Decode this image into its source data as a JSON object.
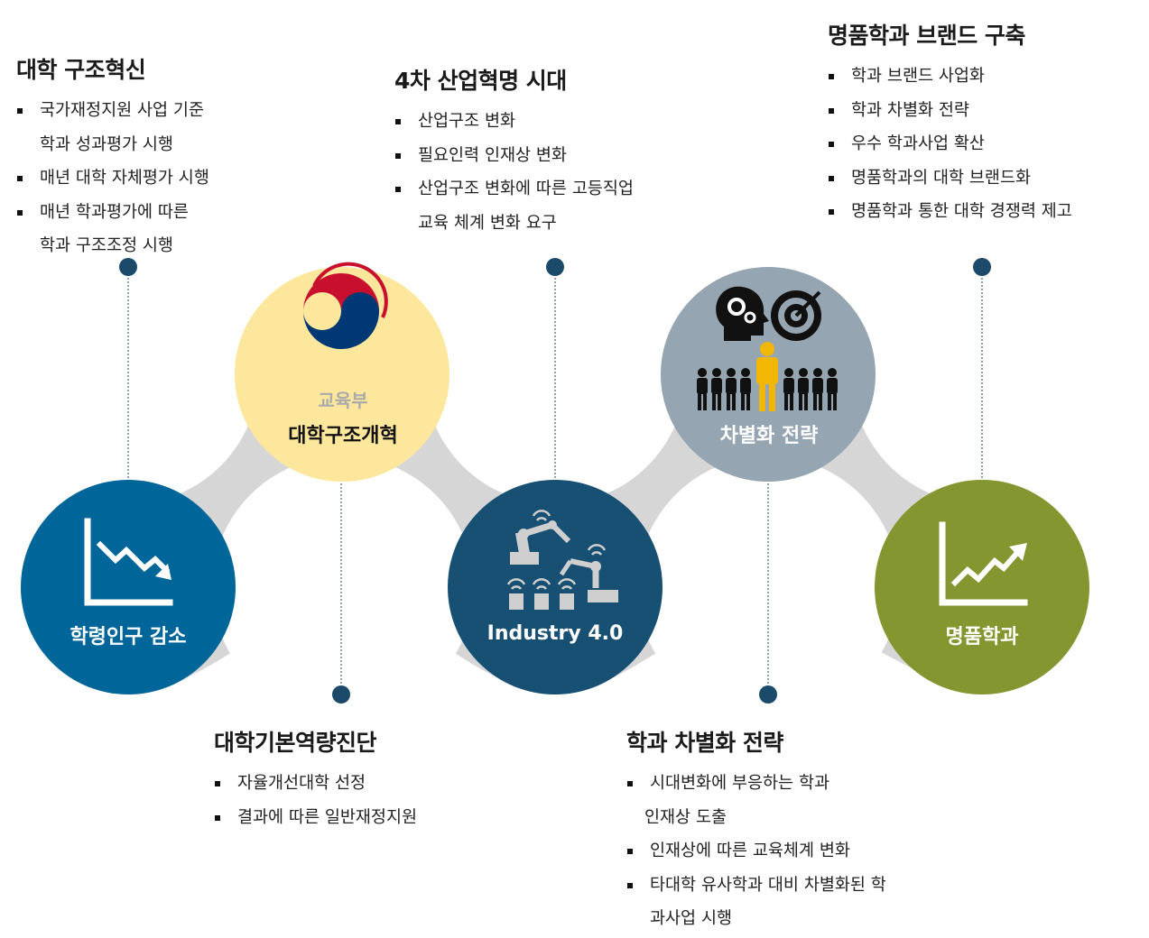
{
  "nodes": [
    {
      "id": "decline",
      "label": "학령인구 감소",
      "color": "#006699",
      "icon": "down-trend-chart-icon"
    },
    {
      "id": "moe",
      "label_small": "교육부",
      "label": "대학구조개혁",
      "color": "#fde79c",
      "icon": "government-taeguk-emblem"
    },
    {
      "id": "industry",
      "label": "Industry 4.0",
      "color": "#175073",
      "icon": "robot-arm-icon"
    },
    {
      "id": "strategy",
      "label": "차별화 전략",
      "color": "#95a5b1",
      "icon": "target-team-icon"
    },
    {
      "id": "prestige",
      "label": "명품학과",
      "color": "#84962f",
      "icon": "up-trend-chart-icon"
    }
  ],
  "blocks": {
    "univ_reform": {
      "title": "대학 구조혁신",
      "items": [
        {
          "text": "국가재정지원 사업 기준"
        },
        {
          "text": "학과 성과평가 시행",
          "cont": true
        },
        {
          "text": "매년 대학 자체평가 시행"
        },
        {
          "text": "매년 학과평가에 따른"
        },
        {
          "text": "학과 구조조정 시행",
          "cont": true
        }
      ]
    },
    "fourth_industry": {
      "title": "4차 산업혁명 시대",
      "items": [
        {
          "text": "산업구조 변화"
        },
        {
          "text": "필요인력 인재상 변화"
        },
        {
          "text": "산업구조 변화에 따른 고등직업"
        },
        {
          "text": "교육 체계 변화 요구",
          "cont": true
        }
      ]
    },
    "brand": {
      "title": "명품학과 브랜드 구축",
      "items": [
        {
          "text": "학과 브랜드 사업화"
        },
        {
          "text": "학과 차별화 전략"
        },
        {
          "text": "우수 학과사업 확산"
        },
        {
          "text": "명품학과의 대학 브랜드화"
        },
        {
          "text": "명품학과 통한 대학 경쟁력 제고"
        }
      ]
    },
    "diagnosis": {
      "title": "대학기본역량진단",
      "items": [
        {
          "text": "자율개선대학 선정"
        },
        {
          "text": "결과에 따른 일반재정지원"
        }
      ]
    },
    "dept_strategy": {
      "title": "학과 차별화 전략",
      "items": [
        {
          "text": "시대변화에 부응하는 학과"
        },
        {
          "text": "인재상 도출",
          "cont": true
        },
        {
          "text": "인재상에 따른 교육체계 변화"
        },
        {
          "text": "타대학 유사학과 대비 차별화된 학"
        },
        {
          "text": "과사업 시행",
          "cont": true
        }
      ]
    }
  },
  "colors": {
    "connector": "#d6d6d6",
    "pin": "#1b4a6b",
    "moe_small_label": "#aaaaaa"
  }
}
